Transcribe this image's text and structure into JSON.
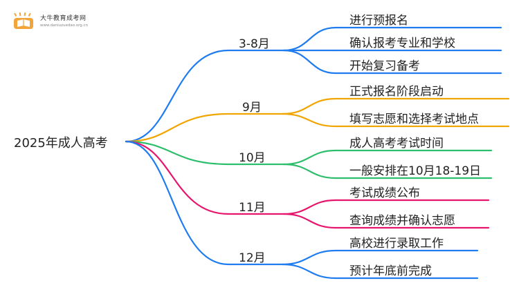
{
  "logo": {
    "name": "大牛教育成考网",
    "url": "www.daniuzuedao.org.cn",
    "icon": "graduation-book-icon"
  },
  "root": {
    "label": "2025年成人高考"
  },
  "branches": [
    {
      "label": "3-8月",
      "color": "#1E7CF0",
      "leaves": [
        "进行预报名",
        "确认报考专业和学校",
        "开始复习备考"
      ]
    },
    {
      "label": "9月",
      "color": "#F0A500",
      "leaves": [
        "正式报名阶段启动",
        "填写志愿和选择考试地点"
      ]
    },
    {
      "label": "10月",
      "color": "#2DBE6C",
      "leaves": [
        "成人高考考试时间",
        "一般安排在10月18-19日"
      ]
    },
    {
      "label": "11月",
      "color": "#E8146C",
      "leaves": [
        "考试成绩公布",
        "查询成绩并确认志愿"
      ]
    },
    {
      "label": "12月",
      "color": "#1E7CF0",
      "leaves": [
        "高校进行录取工作",
        "预计年底前完成"
      ]
    }
  ]
}
